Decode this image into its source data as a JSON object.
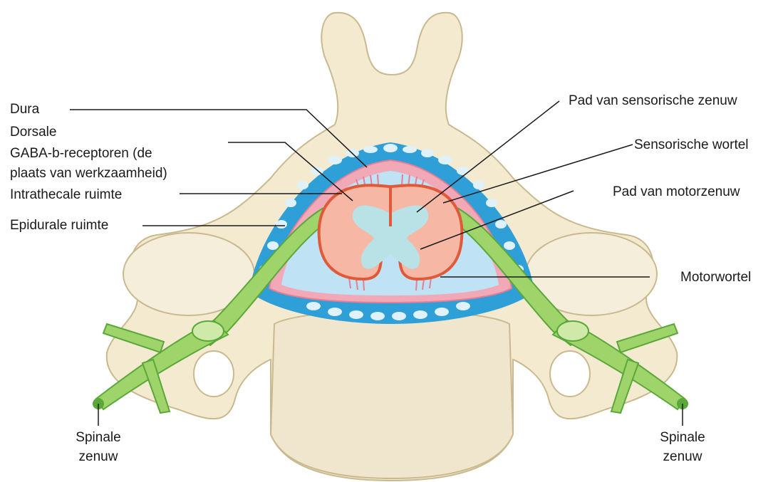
{
  "labels": {
    "dura": "Dura",
    "dorsale_line1": "Dorsale",
    "dorsale_line2": "GABA-b-receptoren (de",
    "dorsale_line3": "plaats van werkzaamheid)",
    "intrathecale": "Intrathecale ruimte",
    "epidurale": "Epidurale ruimte",
    "pad_sensorisch": "Pad van sensorische zenuw",
    "sensorische_wortel": "Sensorische wortel",
    "pad_motor": "Pad van motorzenuw",
    "motorwortel": "Motorwortel",
    "spinale_left_1": "Spinale",
    "spinale_left_2": "zenuw",
    "spinale_right_1": "Spinale",
    "spinale_right_2": "zenuw"
  },
  "colors": {
    "bone": "#f3ead0",
    "bone_outline": "#c9b98f",
    "disc": "#efe6cd",
    "fat_blue": "#2f9fd8",
    "fat_globule": "#dff1fb",
    "csf_blue": "#bfe3f5",
    "dura_pink": "#f2a9b7",
    "cord_salmon": "#f6b7a4",
    "cord_outline": "#e05a3a",
    "grey_matter": "#b8e2e6",
    "nerve_green": "#9fd46a",
    "nerve_dark": "#5aa83a",
    "leader_line": "#1a1a1a"
  }
}
